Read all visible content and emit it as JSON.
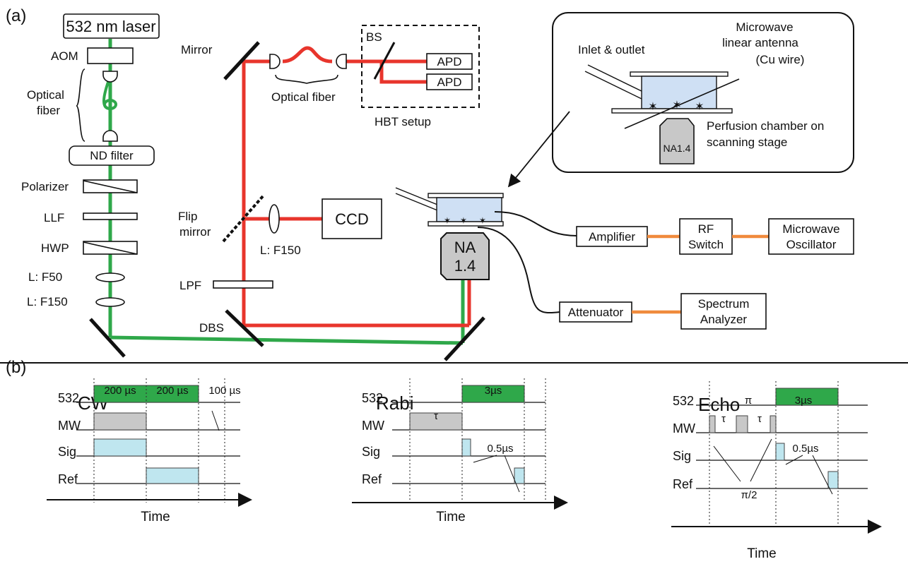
{
  "panels": {
    "a": "(a)",
    "b": "(b)"
  },
  "optics": {
    "laser": "532 nm laser",
    "aom": "AOM",
    "fiber_left": [
      "Optical",
      "fiber"
    ],
    "nd_filter": "ND filter",
    "polarizer": "Polarizer",
    "llf": "LLF",
    "hwp": "HWP",
    "lens_f50": "L: F50",
    "lens_f150": "L: F150",
    "mirror": "Mirror",
    "fiber_top": "Optical fiber",
    "bs": "BS",
    "apd1": "APD",
    "apd2": "APD",
    "hbt": "HBT setup",
    "flip_mirror": [
      "Flip",
      "mirror"
    ],
    "lens_ccd": "L: F150",
    "ccd": "CCD",
    "lpf": "LPF",
    "dbs": "DBS",
    "objective": [
      "NA",
      "1.4"
    ]
  },
  "inset": {
    "inlet": "Inlet & outlet",
    "antenna": [
      "Microwave",
      "linear antenna",
      "(Cu wire)"
    ],
    "chamber": [
      "Perfusion chamber on",
      "scanning stage"
    ],
    "objective": "NA1.4"
  },
  "electronics": {
    "amplifier": "Amplifier",
    "rf_switch": [
      "RF",
      "Switch"
    ],
    "oscillator": [
      "Microwave",
      "Oscillator"
    ],
    "attenuator": "Attenuator",
    "analyzer": [
      "Spectrum",
      "Analyzer"
    ]
  },
  "colors": {
    "green_laser": "#2fa84a",
    "red_fluor": "#e8352c",
    "cable": "#f08a3c",
    "mw_gray": "#c8c8c8",
    "readout_blue": "#bfe6ef"
  },
  "timing": [
    {
      "title": "CW",
      "rows": [
        "532",
        "MW",
        "Sig",
        "Ref"
      ],
      "annotations": [
        "200 µs",
        "200 µs",
        "100 µs"
      ],
      "xlabel": "Time"
    },
    {
      "title": "Rabi",
      "rows": [
        "532",
        "MW",
        "Sig",
        "Ref"
      ],
      "annotations": [
        "τ",
        "3µs",
        "0.5µs"
      ],
      "xlabel": "Time"
    },
    {
      "title": "Echo",
      "rows": [
        "532",
        "MW",
        "Sig",
        "Ref"
      ],
      "annotations": [
        "τ",
        "π",
        "τ",
        "π/2",
        "3µs",
        "0.5µs"
      ],
      "xlabel": "Time"
    }
  ]
}
